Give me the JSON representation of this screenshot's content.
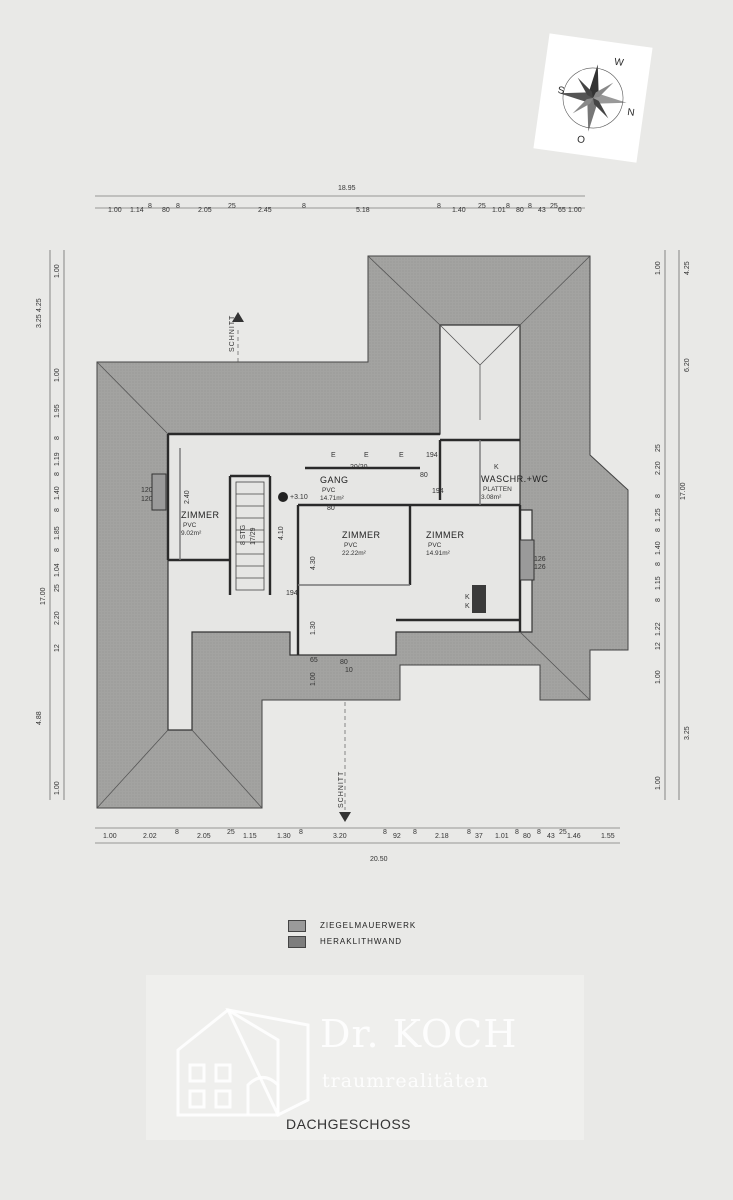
{
  "plan": {
    "title": "DACHGESCHOSS",
    "total_width_top": "18.95",
    "total_width_bottom": "20.50",
    "total_height_left": "17.00",
    "total_height_right": "17.00",
    "section_label_top": "SCHNITT",
    "section_label_bottom": "SCHNITT",
    "rooms": [
      {
        "name": "GANG",
        "floor": "PVC",
        "area": "14.71m²"
      },
      {
        "name": "ZIMMER",
        "floor": "PVC",
        "area": "9.02m²"
      },
      {
        "name": "ZIMMER",
        "floor": "PVC",
        "area": "22.22m²"
      },
      {
        "name": "ZIMMER",
        "floor": "PVC",
        "area": "14.91m²"
      },
      {
        "name": "WASCHR.+WC",
        "floor": "PLATTEN",
        "area": "3.08m²"
      }
    ],
    "stair_label": "8 STG",
    "stair_dim": "17/29",
    "level": "+3.10",
    "top_dims": [
      "1.00",
      "1.14",
      "8",
      "80",
      "8",
      "2.05",
      "25",
      "2.45",
      "8",
      "5.18",
      "8",
      "1.40",
      "25",
      "1.01",
      "8",
      "80",
      "8",
      "43",
      "25",
      "65",
      "1.00"
    ],
    "bottom_dims": [
      "1.00",
      "2.02",
      "8",
      "2.05",
      "25",
      "1.15",
      "1.30",
      "8",
      "3.20",
      "8",
      "92",
      "8",
      "2.18",
      "8",
      "37",
      "1.01",
      "8",
      "80",
      "8",
      "43",
      "25",
      "1.46",
      "1.55"
    ],
    "left_outer_dims": [
      "4.25",
      "3.25",
      "4.88"
    ],
    "left_inner_dims": [
      "1.00",
      "1.00",
      "1.95",
      "8",
      "1.19",
      "8",
      "1.40",
      "8",
      "1.85",
      "8",
      "1.04",
      "25",
      "2.20",
      "12",
      "1.00"
    ],
    "right_outer_dims": [
      "4.25",
      "3.25",
      "6.20"
    ],
    "right_inner_dims": [
      "1.00",
      "25",
      "2.20",
      "8",
      "1.25",
      "8",
      "1.40",
      "8",
      "1.15",
      "8",
      "1.22",
      "12",
      "1.00",
      "1.00"
    ],
    "inner_labels": [
      "20/20",
      "80",
      "194",
      "80",
      "194",
      "120",
      "120",
      "126",
      "126",
      "4.10",
      "4.30",
      "1.30",
      "65",
      "1.00",
      "80",
      "10",
      "2.40",
      "194",
      "K",
      "K",
      "K",
      "E",
      "E",
      "E"
    ]
  },
  "legend": [
    {
      "label": "ZIEGELMAUERWERK",
      "color": "#9a9a9a"
    },
    {
      "label": "HERAKLITHWAND",
      "color": "#7d7d7d"
    }
  ],
  "compass": {
    "labels": [
      "W",
      "S",
      "N",
      "O"
    ]
  },
  "watermark": {
    "brand": "Dr. KOCH",
    "tagline": "traumrealitäten"
  }
}
